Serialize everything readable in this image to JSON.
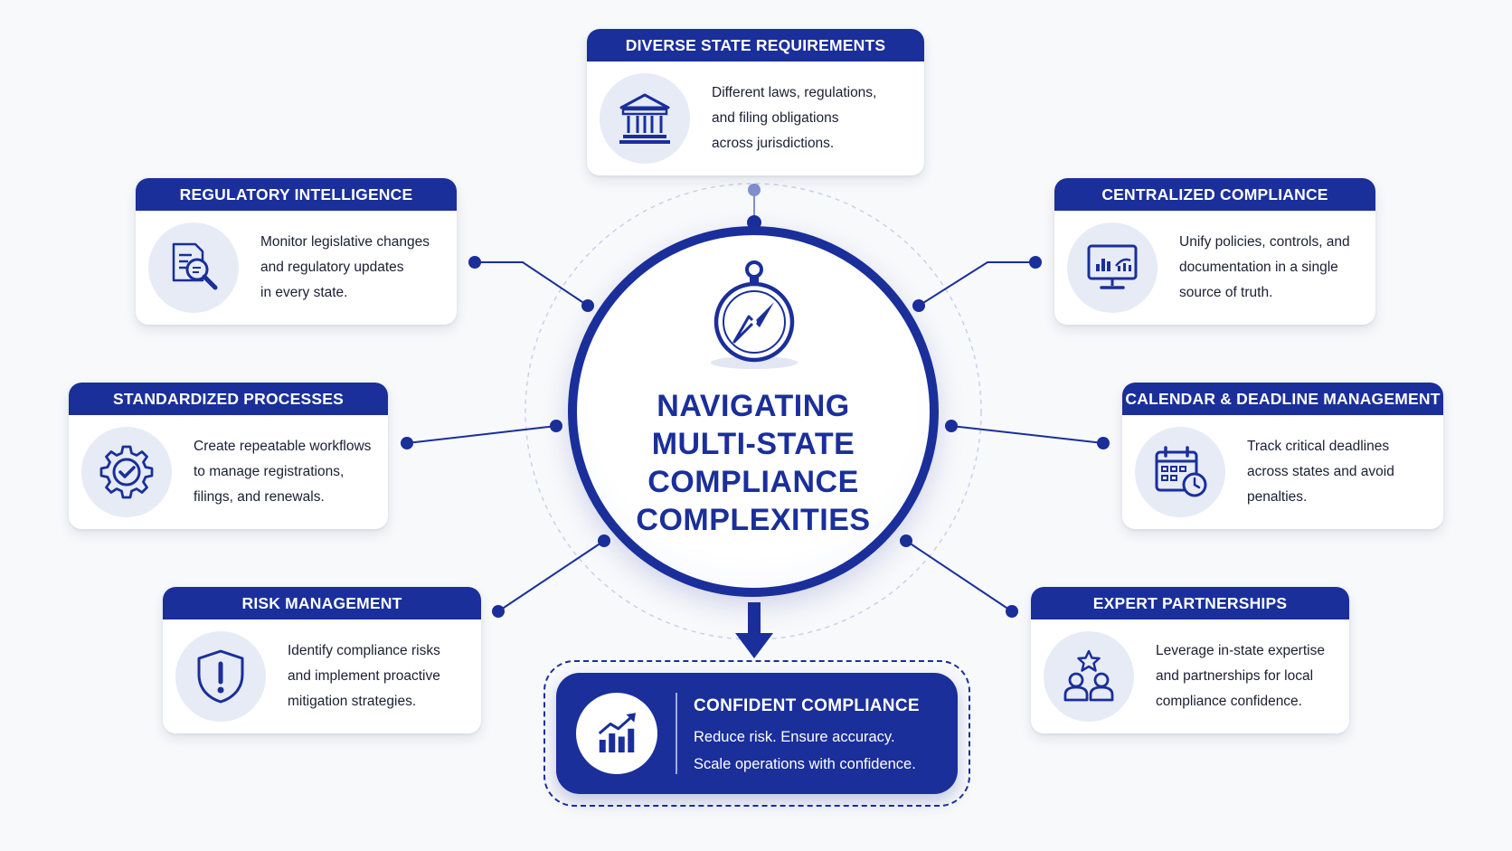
{
  "hub": {
    "title_lines": [
      "NAVIGATING",
      "MULTI-STATE",
      "COMPLIANCE",
      "COMPLEXITIES"
    ],
    "icon": "compass-icon"
  },
  "cards": {
    "diverse_state_requirements": {
      "title": "DIVERSE STATE REQUIREMENTS",
      "text": "Different laws, regulations,\nand filing obligations\nacross jurisdictions.",
      "icon": "government-building-icon"
    },
    "regulatory_intelligence": {
      "title": "REGULATORY INTELLIGENCE",
      "text": "Monitor legislative changes\nand regulatory updates\nin every state.",
      "icon": "document-search-icon"
    },
    "centralized_compliance": {
      "title": "CENTRALIZED COMPLIANCE",
      "text": "Unify policies, controls, and\ndocumentation in a single\nsource of truth.",
      "icon": "monitor-dashboard-icon"
    },
    "standardized_processes": {
      "title": "STANDARDIZED PROCESSES",
      "text": "Create repeatable workflows\nto manage registrations,\nfilings, and renewals.",
      "icon": "gear-check-icon"
    },
    "calendar_deadline_management": {
      "title": "CALENDAR & DEADLINE MANAGEMENT",
      "text": "Track critical deadlines\nacross states and avoid\npenalties.",
      "icon": "calendar-clock-icon"
    },
    "risk_management": {
      "title": "RISK MANAGEMENT",
      "text": "Identify compliance risks\nand implement proactive\nmitigation strategies.",
      "icon": "shield-alert-icon"
    },
    "expert_partnerships": {
      "title": "EXPERT PARTNERSHIPS",
      "text": "Leverage in-state expertise\nand partnerships for local\ncompliance confidence.",
      "icon": "people-star-icon"
    }
  },
  "outcome": {
    "title": "CONFIDENT COMPLIANCE",
    "text": "Reduce risk. Ensure accuracy.\nScale operations with confidence.",
    "icon": "growth-chart-icon"
  },
  "colors": {
    "primary": "#1a2f9a",
    "icon_bg": "#e6ebf6",
    "connector": "#1a2f9a",
    "background": "#f8f9fb"
  }
}
